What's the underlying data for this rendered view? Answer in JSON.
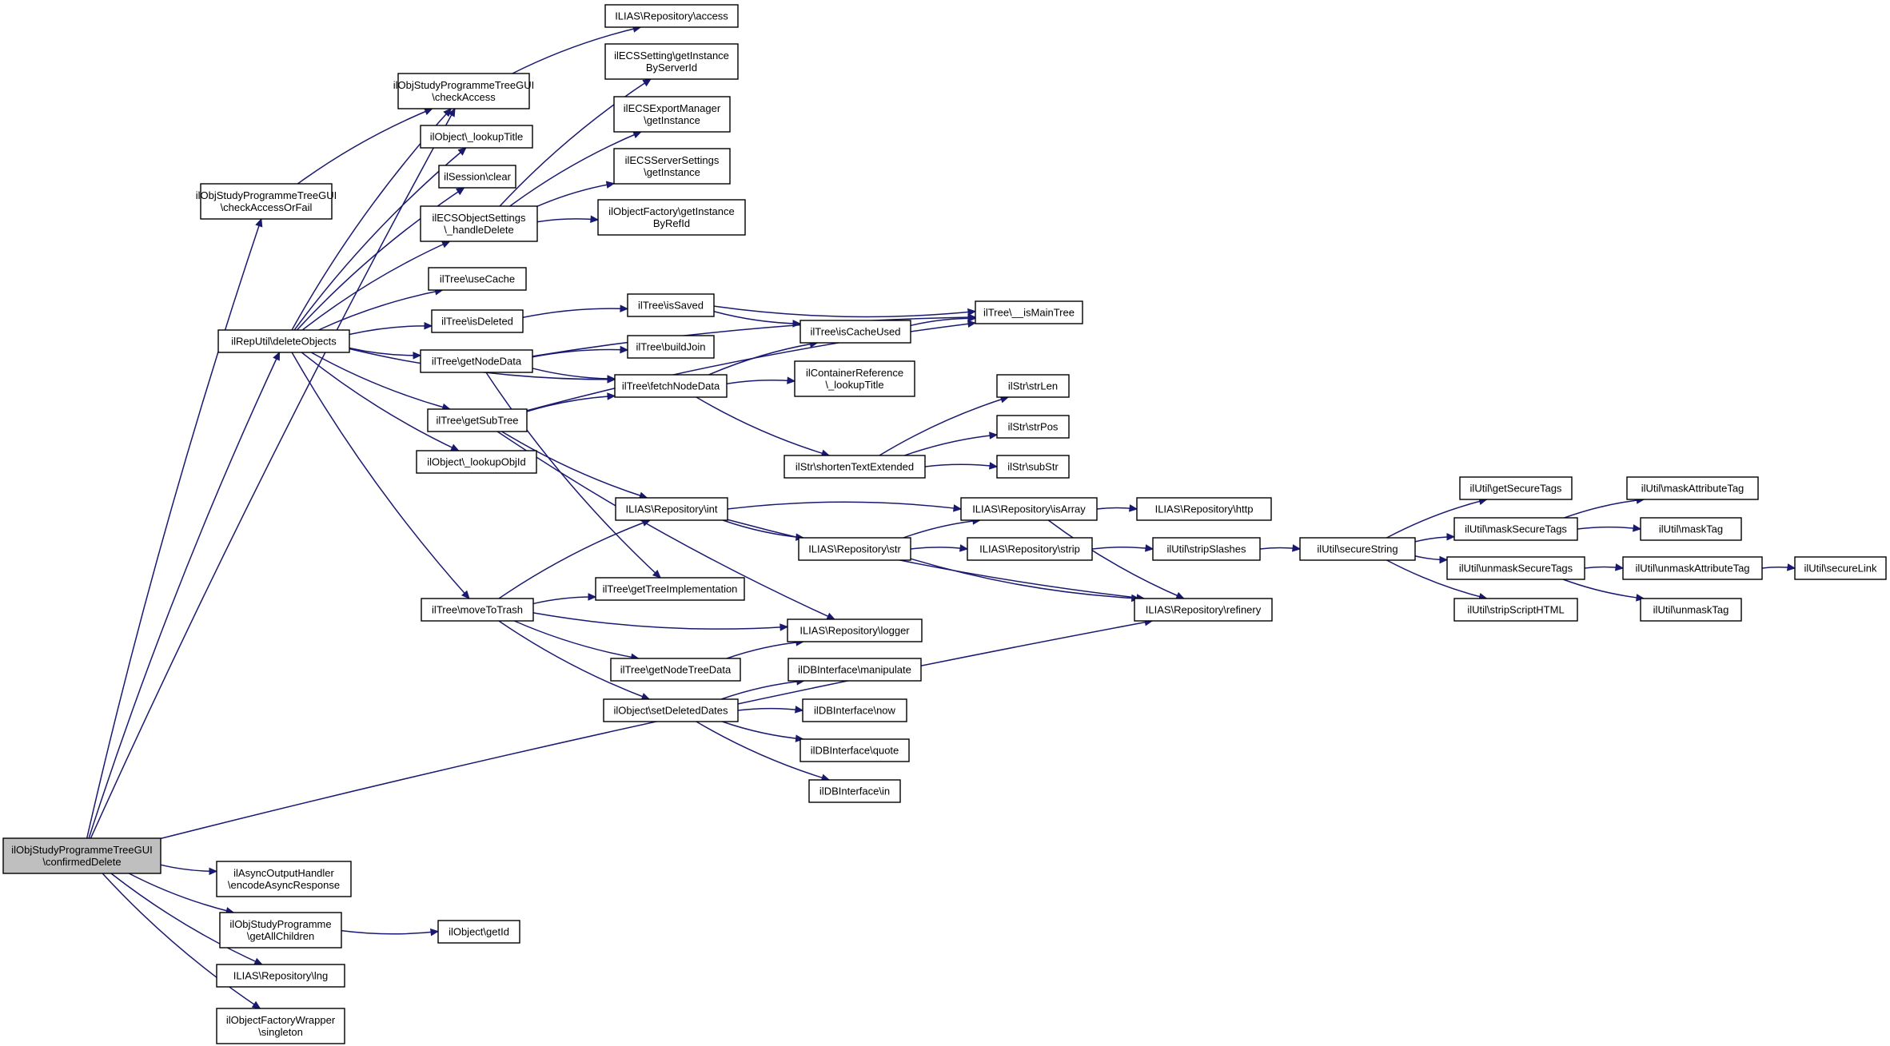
{
  "diagram": {
    "colors": {
      "edge": "#191970",
      "root_fill": "#bfbfbf",
      "node_fill": "#ffffff",
      "node_border": "#000000"
    },
    "root_id": "confirmedDelete",
    "nodes": [
      {
        "id": "confirmedDelete",
        "label": "ilObjStudyProgrammeTreeGUI\n\\confirmedDelete"
      },
      {
        "id": "checkAccess",
        "label": "ilObjStudyProgrammeTreeGUI\n\\checkAccess"
      },
      {
        "id": "repoAccess",
        "label": "ILIAS\\Repository\\access"
      },
      {
        "id": "checkAccessOrFail",
        "label": "ilObjStudyProgrammeTreeGUI\n\\checkAccessOrFail"
      },
      {
        "id": "lookupTitle",
        "label": "ilObject\\_lookupTitle"
      },
      {
        "id": "sessionClear",
        "label": "ilSession\\clear"
      },
      {
        "id": "ecsHandleDelete",
        "label": "ilECSObjectSettings\n\\_handleDelete"
      },
      {
        "id": "ecsSettingGetInstance",
        "label": "ilECSSetting\\getInstance\nByServerId"
      },
      {
        "id": "ecsExportManager",
        "label": "ilECSExportManager\n\\getInstance"
      },
      {
        "id": "ecsServerSettings",
        "label": "ilECSServerSettings\n\\getInstance"
      },
      {
        "id": "objectFactoryByRefId",
        "label": "ilObjectFactory\\getInstance\nByRefId"
      },
      {
        "id": "treeUseCache",
        "label": "ilTree\\useCache"
      },
      {
        "id": "deleteObjects",
        "label": "ilRepUtil\\deleteObjects"
      },
      {
        "id": "treeIsDeleted",
        "label": "ilTree\\isDeleted"
      },
      {
        "id": "treeIsSaved",
        "label": "ilTree\\isSaved"
      },
      {
        "id": "treeIsMainTree",
        "label": "ilTree\\__isMainTree"
      },
      {
        "id": "treeIsCacheUsed",
        "label": "ilTree\\isCacheUsed"
      },
      {
        "id": "treeGetNodeData",
        "label": "ilTree\\getNodeData"
      },
      {
        "id": "treeBuildJoin",
        "label": "ilTree\\buildJoin"
      },
      {
        "id": "treeFetchNodeData",
        "label": "ilTree\\fetchNodeData"
      },
      {
        "id": "containerRefLookupTitle",
        "label": "ilContainerReference\n\\_lookupTitle"
      },
      {
        "id": "strLen",
        "label": "ilStr\\strLen"
      },
      {
        "id": "treeGetSubTree",
        "label": "ilTree\\getSubTree"
      },
      {
        "id": "strPos",
        "label": "ilStr\\strPos"
      },
      {
        "id": "lookupObjId",
        "label": "ilObject\\_lookupObjId"
      },
      {
        "id": "shortenTextExtended",
        "label": "ilStr\\shortenTextExtended"
      },
      {
        "id": "subStr",
        "label": "ilStr\\subStr"
      },
      {
        "id": "getSecureTags",
        "label": "ilUtil\\getSecureTags"
      },
      {
        "id": "maskAttributeTag",
        "label": "ilUtil\\maskAttributeTag"
      },
      {
        "id": "repoInt",
        "label": "ILIAS\\Repository\\int"
      },
      {
        "id": "repoIsArray",
        "label": "ILIAS\\Repository\\isArray"
      },
      {
        "id": "repoHttp",
        "label": "ILIAS\\Repository\\http"
      },
      {
        "id": "maskSecureTags",
        "label": "ilUtil\\maskSecureTags"
      },
      {
        "id": "maskTag",
        "label": "ilUtil\\maskTag"
      },
      {
        "id": "repoStr",
        "label": "ILIAS\\Repository\\str"
      },
      {
        "id": "repoStrip",
        "label": "ILIAS\\Repository\\strip"
      },
      {
        "id": "stripSlashes",
        "label": "ilUtil\\stripSlashes"
      },
      {
        "id": "secureString",
        "label": "ilUtil\\secureString"
      },
      {
        "id": "unmaskSecureTags",
        "label": "ilUtil\\unmaskSecureTags"
      },
      {
        "id": "unmaskAttributeTag",
        "label": "ilUtil\\unmaskAttributeTag"
      },
      {
        "id": "secureLink",
        "label": "ilUtil\\secureLink"
      },
      {
        "id": "treeGetTreeImplementation",
        "label": "ilTree\\getTreeImplementation"
      },
      {
        "id": "moveToTrash",
        "label": "ilTree\\moveToTrash"
      },
      {
        "id": "repoRefinery",
        "label": "ILIAS\\Repository\\refinery"
      },
      {
        "id": "stripScriptHTML",
        "label": "ilUtil\\stripScriptHTML"
      },
      {
        "id": "unmaskTag",
        "label": "ilUtil\\unmaskTag"
      },
      {
        "id": "repoLogger",
        "label": "ILIAS\\Repository\\logger"
      },
      {
        "id": "treeGetNodeTreeData",
        "label": "ilTree\\getNodeTreeData"
      },
      {
        "id": "dbManipulate",
        "label": "ilDBInterface\\manipulate"
      },
      {
        "id": "setDeletedDates",
        "label": "ilObject\\setDeletedDates"
      },
      {
        "id": "dbNow",
        "label": "ilDBInterface\\now"
      },
      {
        "id": "dbQuote",
        "label": "ilDBInterface\\quote"
      },
      {
        "id": "dbIn",
        "label": "ilDBInterface\\in"
      },
      {
        "id": "encodeAsyncResponse",
        "label": "ilAsyncOutputHandler\n\\encodeAsyncResponse"
      },
      {
        "id": "getAllChildren",
        "label": "ilObjStudyProgramme\n\\getAllChildren"
      },
      {
        "id": "objectGetId",
        "label": "ilObject\\getId"
      },
      {
        "id": "repoLng",
        "label": "ILIAS\\Repository\\lng"
      },
      {
        "id": "objectFactoryWrapper",
        "label": "ilObjectFactoryWrapper\n\\singleton"
      }
    ],
    "edges": [
      [
        "confirmedDelete",
        "checkAccess"
      ],
      [
        "confirmedDelete",
        "checkAccessOrFail"
      ],
      [
        "confirmedDelete",
        "deleteObjects"
      ],
      [
        "confirmedDelete",
        "repoRefinery"
      ],
      [
        "confirmedDelete",
        "encodeAsyncResponse"
      ],
      [
        "confirmedDelete",
        "getAllChildren"
      ],
      [
        "confirmedDelete",
        "repoLng"
      ],
      [
        "confirmedDelete",
        "objectFactoryWrapper"
      ],
      [
        "checkAccess",
        "repoAccess"
      ],
      [
        "checkAccessOrFail",
        "checkAccess"
      ],
      [
        "deleteObjects",
        "checkAccess"
      ],
      [
        "deleteObjects",
        "lookupTitle"
      ],
      [
        "deleteObjects",
        "sessionClear"
      ],
      [
        "deleteObjects",
        "ecsHandleDelete"
      ],
      [
        "deleteObjects",
        "treeUseCache"
      ],
      [
        "deleteObjects",
        "treeIsDeleted"
      ],
      [
        "deleteObjects",
        "treeGetNodeData"
      ],
      [
        "deleteObjects",
        "treeFetchNodeData"
      ],
      [
        "deleteObjects",
        "treeGetSubTree"
      ],
      [
        "deleteObjects",
        "lookupObjId"
      ],
      [
        "deleteObjects",
        "moveToTrash"
      ],
      [
        "ecsHandleDelete",
        "ecsSettingGetInstance"
      ],
      [
        "ecsHandleDelete",
        "ecsExportManager"
      ],
      [
        "ecsHandleDelete",
        "ecsServerSettings"
      ],
      [
        "ecsHandleDelete",
        "objectFactoryByRefId"
      ],
      [
        "treeIsDeleted",
        "treeIsSaved"
      ],
      [
        "treeIsSaved",
        "treeIsMainTree"
      ],
      [
        "treeIsSaved",
        "treeIsCacheUsed"
      ],
      [
        "treeIsCacheUsed",
        "treeIsMainTree"
      ],
      [
        "treeGetNodeData",
        "treeIsMainTree"
      ],
      [
        "treeGetNodeData",
        "treeBuildJoin"
      ],
      [
        "treeGetNodeData",
        "treeFetchNodeData"
      ],
      [
        "treeGetNodeData",
        "treeGetTreeImplementation"
      ],
      [
        "treeFetchNodeData",
        "treeIsCacheUsed"
      ],
      [
        "treeFetchNodeData",
        "containerRefLookupTitle"
      ],
      [
        "treeFetchNodeData",
        "shortenTextExtended"
      ],
      [
        "treeGetSubTree",
        "treeFetchNodeData"
      ],
      [
        "treeGetSubTree",
        "treeIsMainTree"
      ],
      [
        "treeGetSubTree",
        "repoInt"
      ],
      [
        "treeGetSubTree",
        "repoLogger"
      ],
      [
        "shortenTextExtended",
        "strLen"
      ],
      [
        "shortenTextExtended",
        "strPos"
      ],
      [
        "shortenTextExtended",
        "subStr"
      ],
      [
        "repoInt",
        "repoIsArray"
      ],
      [
        "repoInt",
        "repoStr"
      ],
      [
        "repoInt",
        "repoRefinery"
      ],
      [
        "repoIsArray",
        "repoHttp"
      ],
      [
        "repoIsArray",
        "repoRefinery"
      ],
      [
        "repoStr",
        "repoIsArray"
      ],
      [
        "repoStr",
        "repoStrip"
      ],
      [
        "repoStr",
        "repoRefinery"
      ],
      [
        "repoStrip",
        "stripSlashes"
      ],
      [
        "stripSlashes",
        "secureString"
      ],
      [
        "secureString",
        "getSecureTags"
      ],
      [
        "secureString",
        "maskSecureTags"
      ],
      [
        "secureString",
        "unmaskSecureTags"
      ],
      [
        "secureString",
        "stripScriptHTML"
      ],
      [
        "maskSecureTags",
        "maskAttributeTag"
      ],
      [
        "maskSecureTags",
        "maskTag"
      ],
      [
        "unmaskSecureTags",
        "unmaskAttributeTag"
      ],
      [
        "unmaskSecureTags",
        "unmaskTag"
      ],
      [
        "unmaskAttributeTag",
        "secureLink"
      ],
      [
        "moveToTrash",
        "repoInt"
      ],
      [
        "moveToTrash",
        "treeGetTreeImplementation"
      ],
      [
        "moveToTrash",
        "repoLogger"
      ],
      [
        "moveToTrash",
        "treeGetNodeTreeData"
      ],
      [
        "moveToTrash",
        "setDeletedDates"
      ],
      [
        "treeGetNodeTreeData",
        "repoLogger"
      ],
      [
        "setDeletedDates",
        "dbManipulate"
      ],
      [
        "setDeletedDates",
        "dbNow"
      ],
      [
        "setDeletedDates",
        "dbQuote"
      ],
      [
        "setDeletedDates",
        "dbIn"
      ],
      [
        "getAllChildren",
        "objectGetId"
      ]
    ]
  }
}
